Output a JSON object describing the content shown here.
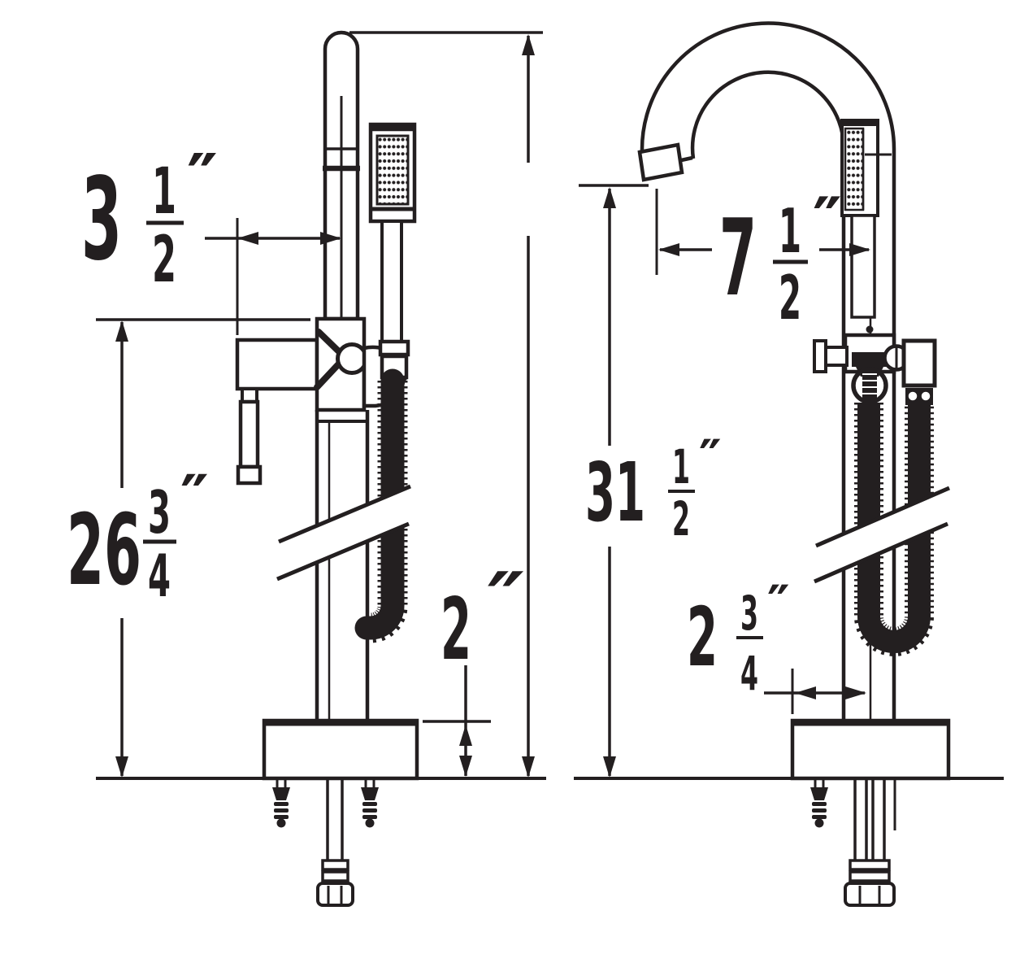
{
  "colors": {
    "ink": "#231f20",
    "paper": "#ffffff"
  },
  "dimensions": {
    "spout_offset_front": {
      "whole": "3",
      "num": "1",
      "den": "2",
      "unit": "″"
    },
    "height_to_handle": {
      "whole": "26",
      "num": "3",
      "den": "4",
      "unit": "″"
    },
    "base_height": {
      "whole": "2",
      "unit": "″"
    },
    "spout_reach": {
      "whole": "7",
      "num": "1",
      "den": "2",
      "unit": "″"
    },
    "overall_height": {
      "whole": "31",
      "num": "1",
      "den": "2",
      "unit": "″"
    },
    "hose_outlet_offset": {
      "whole": "2",
      "num": "3",
      "den": "4",
      "unit": "″"
    }
  }
}
